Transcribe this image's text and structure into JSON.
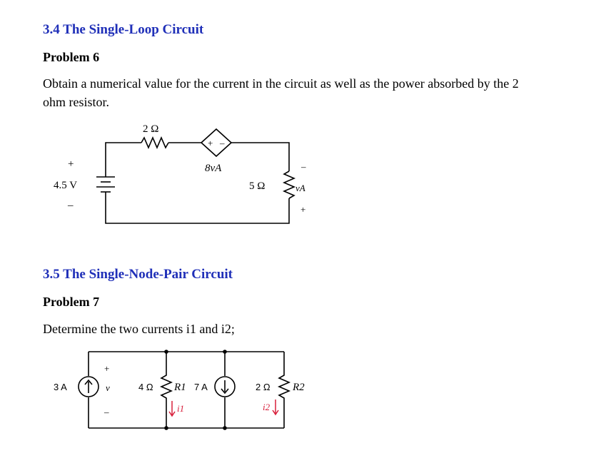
{
  "section_1": {
    "heading": "3.4 The Single-Loop Circuit",
    "problem": "Problem 6",
    "text_line1": "Obtain a numerical value for the current in the circuit as well as the power absorbed by the 2",
    "text_line2": "ohm resistor."
  },
  "circuit_1": {
    "source_label": "4.5 V",
    "source_plus": "+",
    "source_minus": "–",
    "r1_label": "2 Ω",
    "dep_plus": "+",
    "dep_minus": "–",
    "dep_label": "8vA",
    "r2_label": "5 Ω",
    "va_label": "vA",
    "va_minus": "–",
    "va_plus": "+"
  },
  "section_2": {
    "heading": "3.5 The Single-Node-Pair Circuit",
    "problem": "Problem 7",
    "text": "Determine the two currents i1 and i2;"
  },
  "circuit_2": {
    "src1_label": "3 A",
    "v_plus": "+",
    "v_label": "v",
    "v_minus": "–",
    "r1_value": "4 Ω",
    "r1_name": "R1",
    "i1_label": "i1",
    "src2_label": "7 A",
    "r2_value": "2 Ω",
    "r2_name": "R2",
    "i2_label": "i2"
  },
  "colors": {
    "heading": "#1f2fb8",
    "wire": "#000000",
    "current_arrow": "#d8203c"
  }
}
